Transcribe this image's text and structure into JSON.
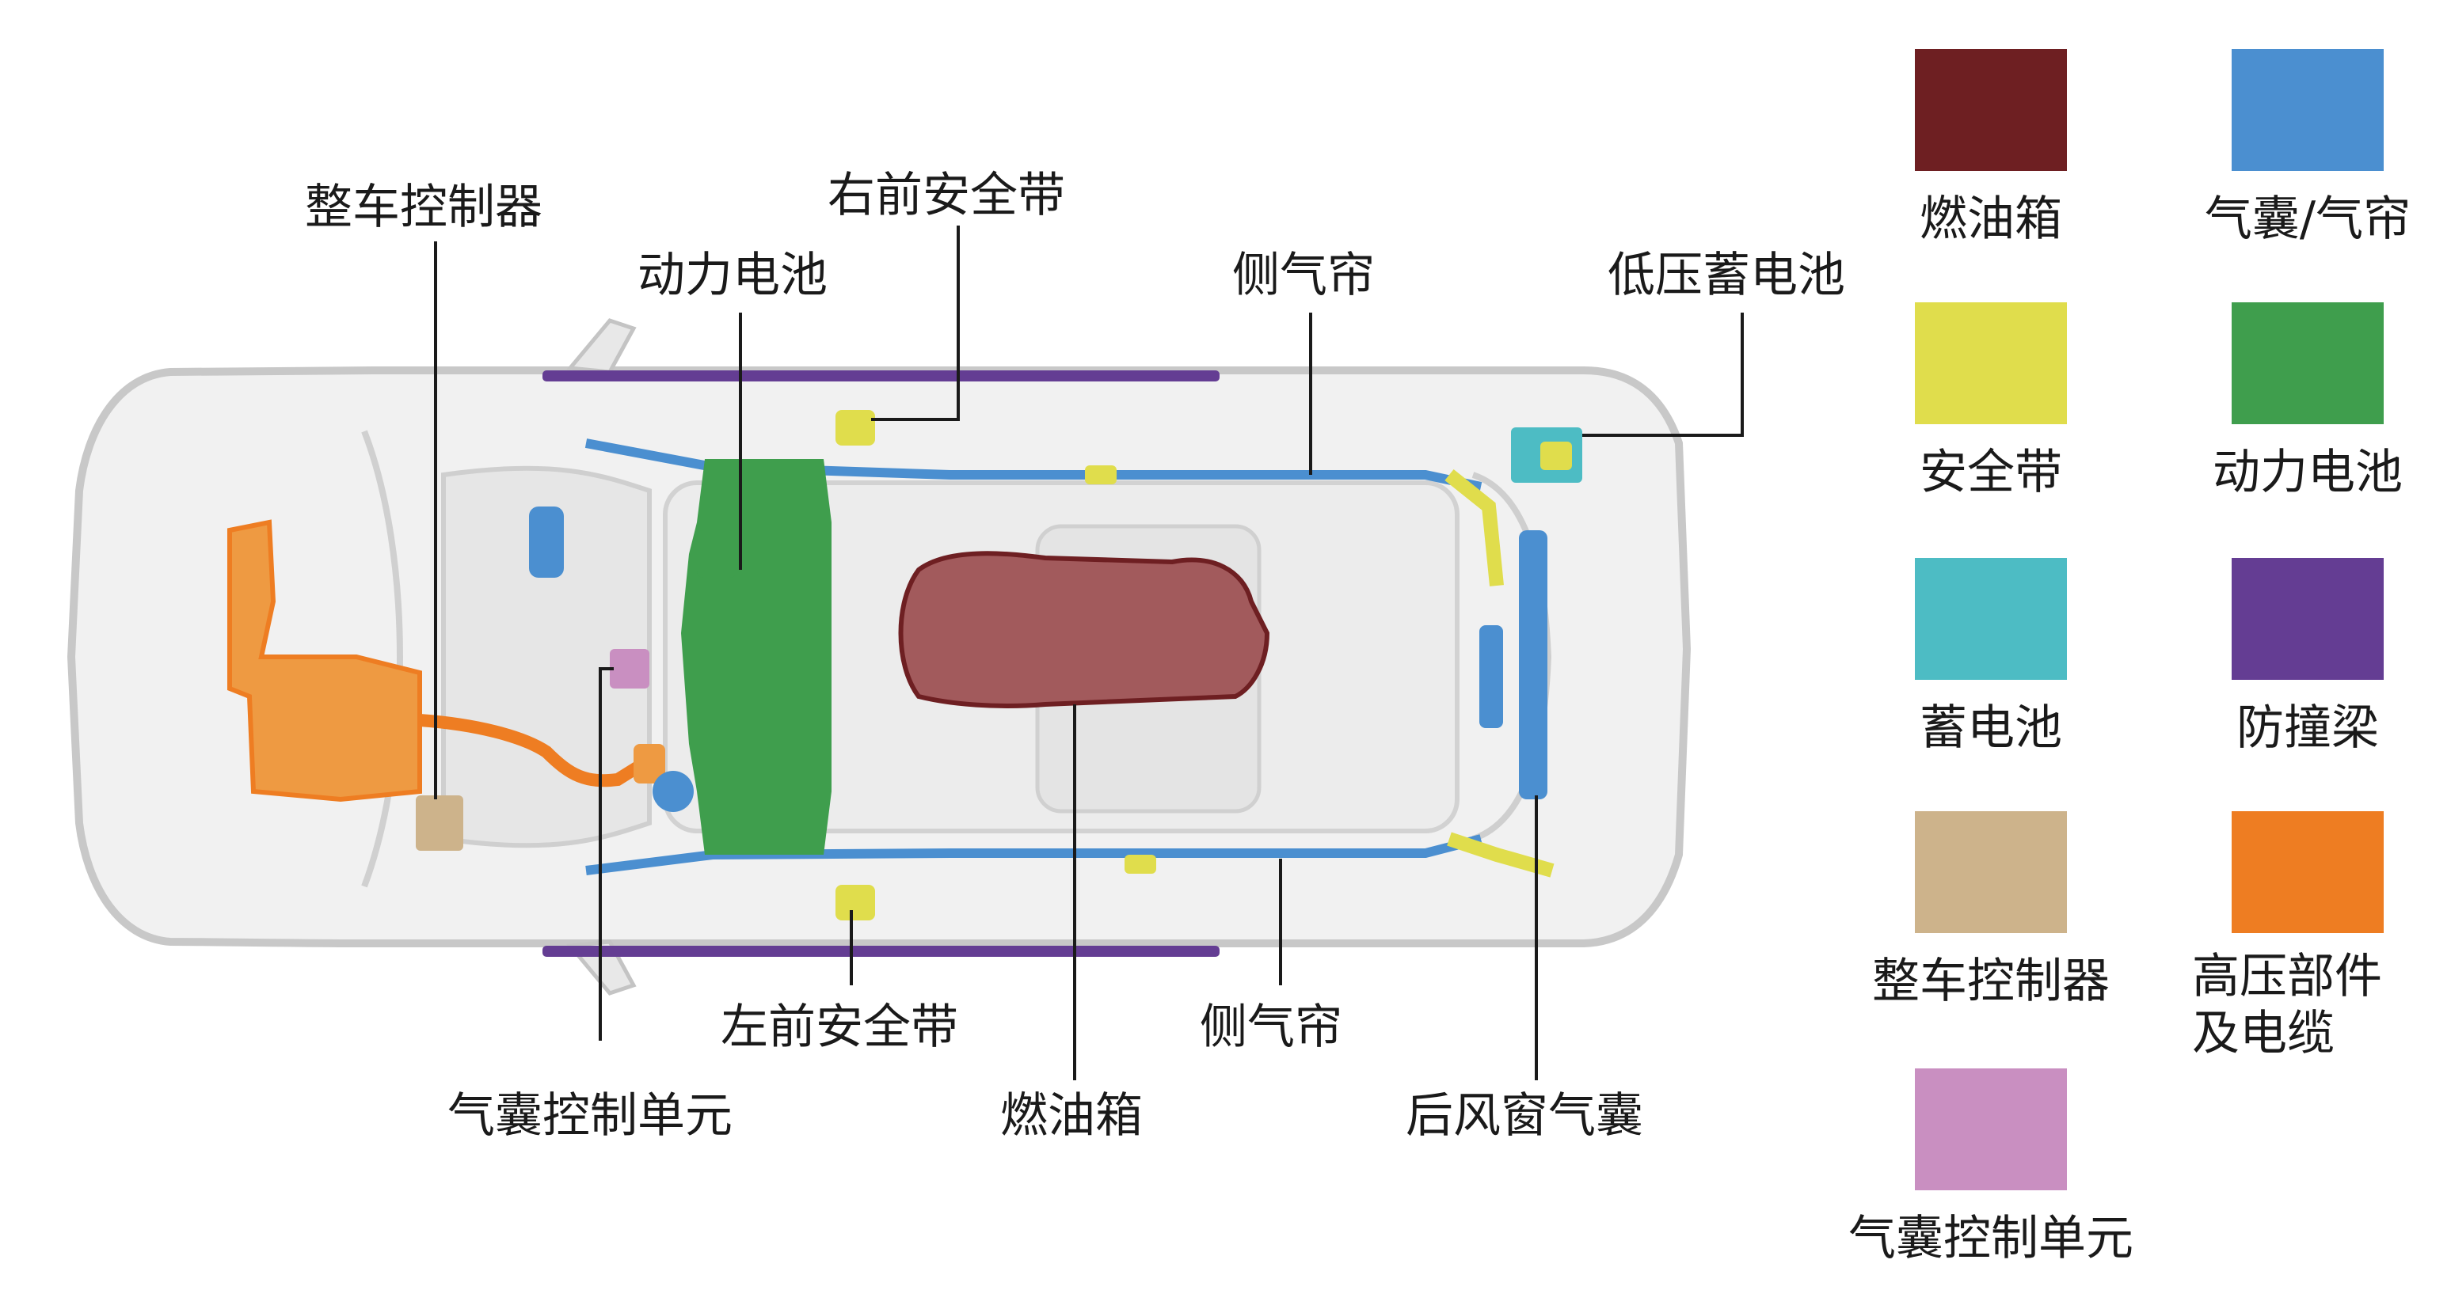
{
  "colors": {
    "fuel_tank": "#6e1f22",
    "airbag_curtain": "#4b8fd0",
    "seatbelt": "#e0dd4c",
    "power_battery": "#3f9e4d",
    "low_voltage_battery": "#4dbcc4",
    "anti_collision_beam": "#643d93",
    "vehicle_controller": "#cdb38b",
    "high_voltage": "#ee7d22",
    "airbag_control_unit": "#c98fc1",
    "body_outline": "#c8c8c8",
    "body_fill": "#f1f1f1",
    "leader_line": "#1a1a1a"
  },
  "callouts": {
    "vehicle_controller": "整车控制器",
    "power_battery": "动力电池",
    "right_front_seatbelt": "右前安全带",
    "side_curtain_top": "侧气帘",
    "low_voltage_battery": "低压蓄电池",
    "airbag_control_unit": "气囊控制单元",
    "left_front_seatbelt": "左前安全带",
    "fuel_tank": "燃油箱",
    "side_curtain_bottom": "侧气帘",
    "rear_window_airbag": "后风窗气囊"
  },
  "legend": {
    "items": [
      {
        "id": "fuel_tank",
        "label": "燃油箱",
        "color": "#6e1f22"
      },
      {
        "id": "airbag_curtain",
        "label": "气囊/气帘",
        "color": "#4b8fd0"
      },
      {
        "id": "seatbelt",
        "label": "安全带",
        "color": "#e0dd4c"
      },
      {
        "id": "power_battery",
        "label": "动力电池",
        "color": "#3f9e4d"
      },
      {
        "id": "accumulator",
        "label": "蓄电池",
        "color": "#4dbcc4"
      },
      {
        "id": "anti_collision_beam",
        "label": "防撞梁",
        "color": "#643d93"
      },
      {
        "id": "vehicle_controller",
        "label": "整车控制器",
        "color": "#cdb38b"
      },
      {
        "id": "high_voltage",
        "label": "高压部件\n及电缆",
        "color": "#ee7d22"
      },
      {
        "id": "airbag_control_unit",
        "label": "气囊控制单元",
        "color": "#c98fc1"
      }
    ]
  }
}
